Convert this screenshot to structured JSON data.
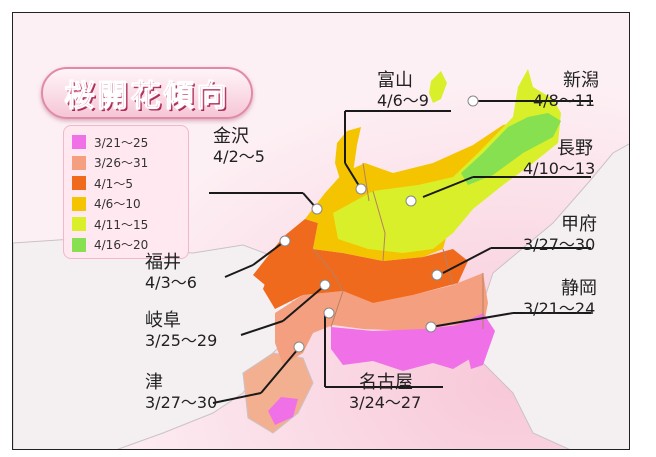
{
  "title": "桜開花傾向",
  "legend": [
    {
      "label": "3/21～25",
      "color": "#f070e8"
    },
    {
      "label": "3/26～31",
      "color": "#f4a080"
    },
    {
      "label": "4/1～5",
      "color": "#f06a1e"
    },
    {
      "label": "4/6～10",
      "color": "#f5c400"
    },
    {
      "label": "4/11～15",
      "color": "#d8ef2a"
    },
    {
      "label": "4/16～20",
      "color": "#86e050"
    }
  ],
  "cities": [
    {
      "name": "富山",
      "range": "4/6～9"
    },
    {
      "name": "新潟",
      "range": "4/8～11"
    },
    {
      "name": "金沢",
      "range": "4/2～5"
    },
    {
      "name": "長野",
      "range": "4/10～13"
    },
    {
      "name": "甲府",
      "range": "3/27～30"
    },
    {
      "name": "福井",
      "range": "4/3～6"
    },
    {
      "name": "静岡",
      "range": "3/21～24"
    },
    {
      "name": "岐阜",
      "range": "3/25～29"
    },
    {
      "name": "津",
      "range": "3/27～30"
    },
    {
      "name": "名古屋",
      "range": "3/24～27"
    }
  ]
}
